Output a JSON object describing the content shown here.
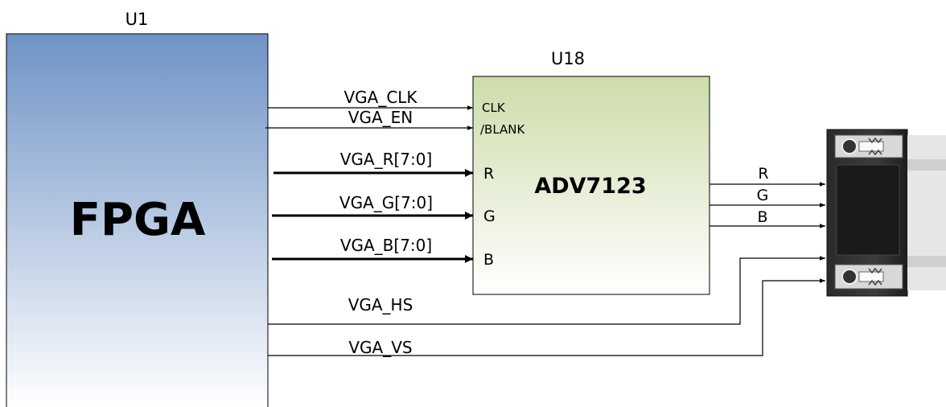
{
  "u1": {
    "ref": "U1",
    "name": "FPGA"
  },
  "u18": {
    "ref": "U18",
    "name": "ADV7123",
    "pins": {
      "clk": "CLK",
      "blank": "/BLANK",
      "r": "R",
      "g": "G",
      "b": "B"
    }
  },
  "signals": {
    "vga_clk": "VGA_CLK",
    "vga_en": "VGA_EN",
    "vga_r": "VGA_R[7:0]",
    "vga_g": "VGA_G[7:0]",
    "vga_b": "VGA_B[7:0]",
    "vga_hs": "VGA_HS",
    "vga_vs": "VGA_VS"
  },
  "outputs": {
    "r": "R",
    "g": "G",
    "b": "B"
  },
  "colors": {
    "fpga_top": "#6f93c6",
    "fpga_bottom": "#ffffff",
    "dac_top": "#cddcaa",
    "dac_bottom": "#ffffff",
    "wire": "#000000"
  }
}
